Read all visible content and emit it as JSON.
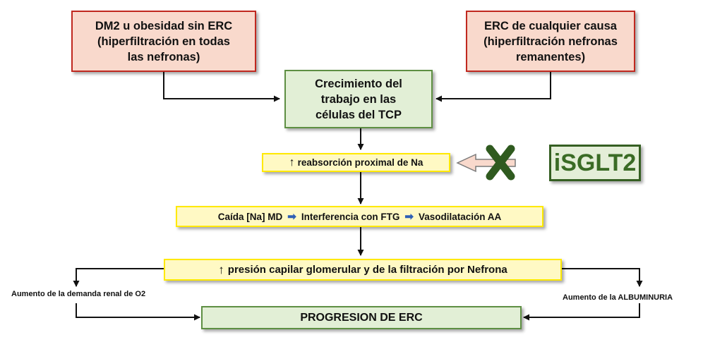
{
  "boxes": {
    "dm2": "DM2 u obesidad sin ERC\n(hiperfiltración en todas\nlas nefronas)",
    "erc_any": "ERC de cualquier causa\n(hiperfiltración nefronas\nremanentes)",
    "crecimiento": "Crecimiento del\ntrabajo en las\ncélulas del TCP",
    "reabsorcion": {
      "arrow": "↑",
      "text": "reabsorción proximal de Na"
    },
    "caida": {
      "part1": "Caída [Na] MD",
      "part2": "Interferencia con FTG",
      "part3": "Vasodilatación AA",
      "arrow_glyph": "➡"
    },
    "presion": {
      "arrow": "↑",
      "text": "presión capilar glomerular y de la filtración por Nefrona"
    },
    "progresion": "PROGRESION DE ERC",
    "isglt2": "iSGLT2"
  },
  "side_labels": {
    "left": "Aumento de la demanda renal de O2",
    "right": "Aumento de la ALBUMINURIA"
  },
  "colors": {
    "red_border": "#c0281f",
    "red_fill": "#f9d9cc",
    "green_border": "#5e8f43",
    "green_fill": "#e2efd6",
    "yellow_border": "#ffe900",
    "yellow_fill": "#fff9c4",
    "isglt_text": "#3a6b25",
    "x_mark": "#2f5a1f",
    "inline_arrow": "#2e5fb5"
  }
}
